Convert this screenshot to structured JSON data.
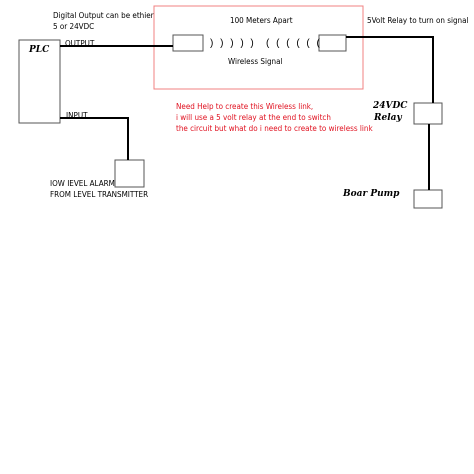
{
  "colors": {
    "wire": "#000000",
    "box_stroke": "#555555",
    "highlight_stroke": "#f08080",
    "note_text": "#e0101f"
  },
  "labels": {
    "digital_output_line1": "Digital Output can be ethier",
    "digital_output_line2": "5 or 24VDC",
    "plc": "PLC",
    "output": "OUTPUT",
    "input": "INPUT",
    "distance": "100 Meters Apart",
    "wireless_signal": "Wireless Signal",
    "signal_left": ") ) ) ) )",
    "signal_right": "( ( ( ( ( (",
    "relay_note": "5Volt Relay to turn on signal",
    "relay_24vdc_line1": "24VDC",
    "relay_24vdc_line2": "Relay",
    "boar_pump": "Boar Pump",
    "alarm_line1": "IOW IEVEL ALARM",
    "alarm_line2": "FROM LEVEL TRANSMITTER"
  },
  "note": {
    "line1": "Need Help to create this Wireless link,",
    "line2": "i will use a 5 volt relay at the end to switch",
    "line3": "the circuit but what do i need to create to wireless link"
  }
}
